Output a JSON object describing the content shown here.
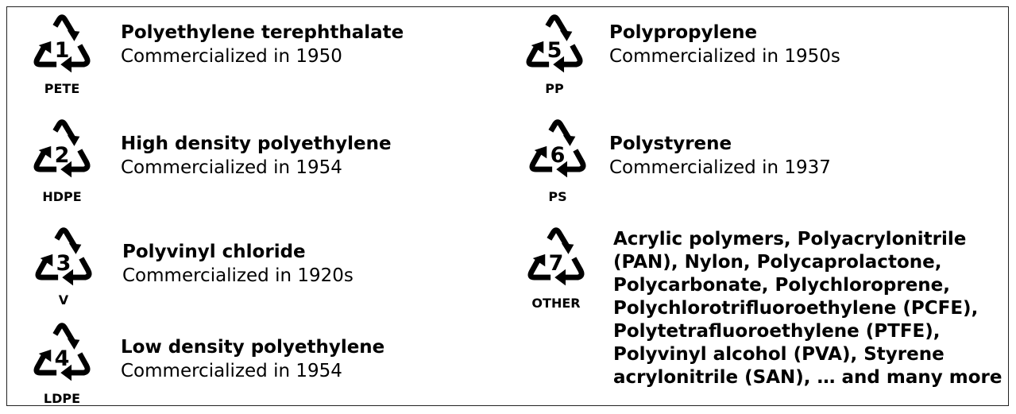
{
  "icon": "recycling-triangle-icon",
  "colors": {
    "ink": "#000000",
    "background": "#ffffff"
  },
  "plastics": [
    {
      "number": "1",
      "code": "PETE",
      "name": "Polyethylene terephthalate",
      "commercialized": "Commercialized in 1950"
    },
    {
      "number": "2",
      "code": "HDPE",
      "name": "High density polyethylene",
      "commercialized": "Commercialized in 1954"
    },
    {
      "number": "3",
      "code": "V",
      "name": "Polyvinyl chloride",
      "commercialized": "Commercialized in 1920s"
    },
    {
      "number": "4",
      "code": "LDPE",
      "name": "Low density polyethylene",
      "commercialized": "Commercialized in 1954"
    },
    {
      "number": "5",
      "code": "PP",
      "name": "Polypropylene",
      "commercialized": "Commercialized in 1950s"
    },
    {
      "number": "6",
      "code": "PS",
      "name": "Polystyrene",
      "commercialized": "Commercialized in 1937"
    },
    {
      "number": "7",
      "code": "OTHER",
      "description_lines": [
        "Acrylic polymers, Polyacrylonitrile",
        "(PAN), Nylon, Polycaprolactone,",
        "Polycarbonate, Polychloroprene,",
        "Polychlorotrifluoroethylene (PCFE),",
        "Polytetrafluoroethylene (PTFE),",
        "Polyvinyl alcohol (PVA), Styrene",
        "acrylonitrile (SAN), … and many more"
      ]
    }
  ]
}
